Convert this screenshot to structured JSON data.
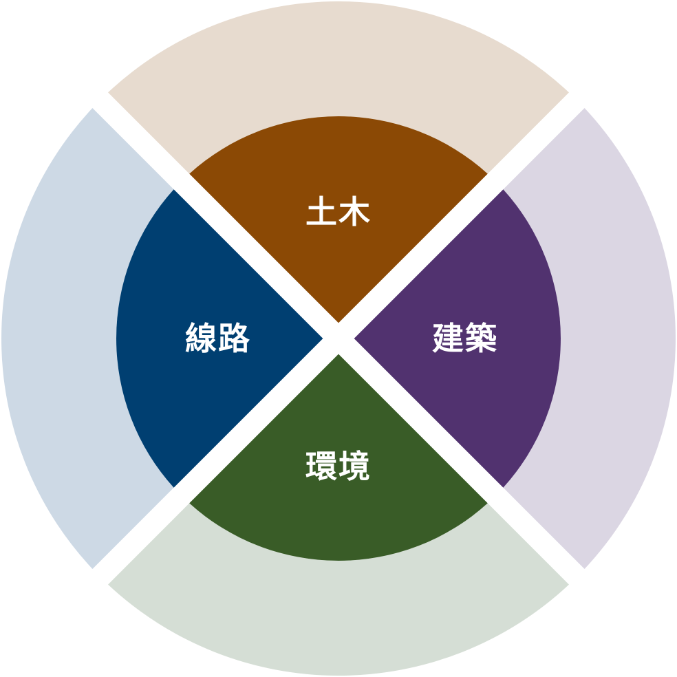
{
  "segments": [
    {
      "id": "top",
      "label": "土木",
      "inner_color": "#8B4905",
      "outer_color": "#E7DBCF"
    },
    {
      "id": "right",
      "label": "建築",
      "inner_color": "#51326F",
      "outer_color": "#DBD6E3"
    },
    {
      "id": "bottom",
      "label": "環境",
      "inner_color": "#395C27",
      "outer_color": "#D5DED5"
    },
    {
      "id": "left",
      "label": "線路",
      "inner_color": "#003F71",
      "outer_color": "#CDD9E5"
    }
  ]
}
